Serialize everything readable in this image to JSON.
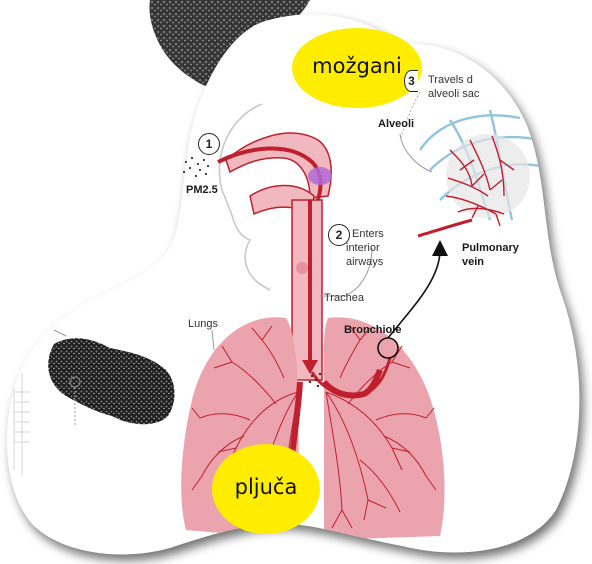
{
  "labels": {
    "brain_ellipse": "možgani",
    "lungs_ellipse": "pljuča",
    "pm25": "PM2.5",
    "step1": "1",
    "step2": "2",
    "step3": "3",
    "enters_line1": "Enters",
    "enters_line2": "interior",
    "enters_line3": "airways",
    "travels_line1": "Travels d",
    "travels_line2": "alveoli sac",
    "alveoli": "Alveoli",
    "pulmonary_line1": "Pulmonary",
    "pulmonary_line2": "vein",
    "trachea": "Trachea",
    "lungs": "Lungs",
    "bronchiole": "Bronchiole"
  },
  "colors": {
    "highlight": "#ffed00",
    "lung_fill": "#eba3ae",
    "airway": "#c0202e",
    "airway_light": "#f2b8c0",
    "vessel_blue": "#8fc4e0",
    "particle_purple": "#b26ad6",
    "skin_line": "#c8c8c8"
  },
  "icons": {
    "pm_particles": "particle-dots-icon",
    "arrow": "curved-arrow-icon"
  }
}
